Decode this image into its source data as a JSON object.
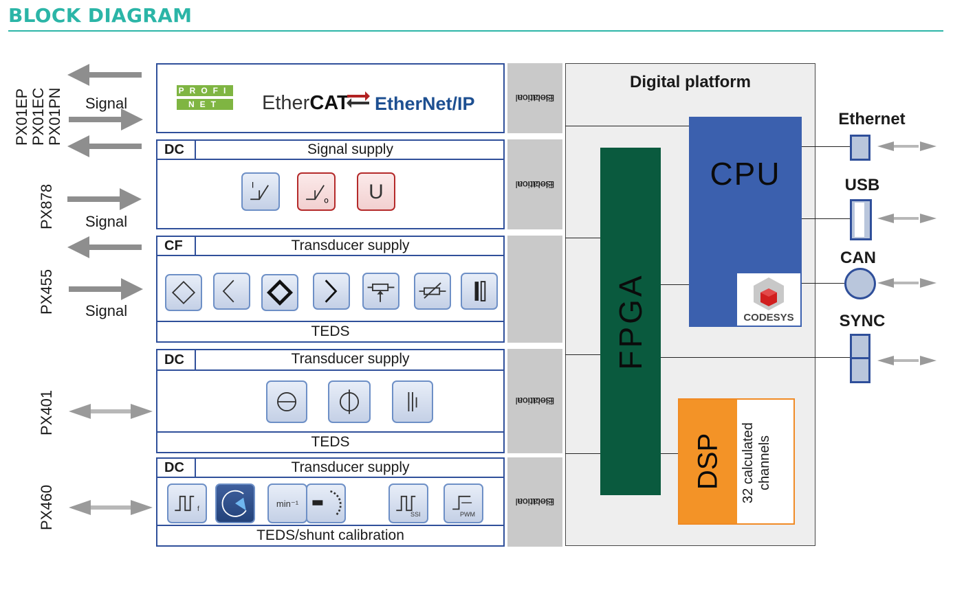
{
  "header": {
    "title": "BLOCK DIAGRAM"
  },
  "left": {
    "group_px01": [
      "PX01EP",
      "PX01EC",
      "PX01PN"
    ],
    "px878": "PX878",
    "px455": "PX455",
    "px401": "PX401",
    "px460": "PX460",
    "signal_1": "Signal",
    "signal_2": "Signal",
    "signal_3": "Signal"
  },
  "modules": {
    "fieldbus": {
      "profinet_top": "PROFI",
      "profinet_bottom": "NET",
      "ethercat_a": "Ether",
      "ethercat_b": "CAT",
      "ethernetip_a": "Ether",
      "ethernetip_b": "Net/IP"
    },
    "m1": {
      "tag": "DC",
      "title": "Signal supply"
    },
    "m2": {
      "tag": "CF",
      "title": "Transducer supply",
      "footer": "TEDS"
    },
    "m3": {
      "tag": "DC",
      "title": "Transducer supply",
      "footer": "TEDS"
    },
    "m4": {
      "tag": "DC",
      "title": "Transducer supply",
      "footer": "TEDS/shunt calibration",
      "tile_min": "min⁻¹",
      "tile_ssi": "SSI",
      "tile_pwm": "PWM",
      "tile_f": "f"
    }
  },
  "m1_tiles": {
    "u": "U"
  },
  "isolation": {
    "line1": "Electrical",
    "line2": "isolation"
  },
  "platform": {
    "title": "Digital platform",
    "fpga": "FPGA",
    "cpu": "CPU",
    "codesys": "CODESYS",
    "dsp": "DSP",
    "dsp_side_1": "32 calculated",
    "dsp_side_2": "channels"
  },
  "ports": {
    "ethernet": "Ethernet",
    "usb": "USB",
    "can": "CAN",
    "sync": "SYNC"
  },
  "colors": {
    "accent": "#2bb5a7",
    "module_border": "#2f4f9a",
    "fpga": "#0a5a3e",
    "cpu": "#3b60ae",
    "dsp": "#f39327"
  }
}
